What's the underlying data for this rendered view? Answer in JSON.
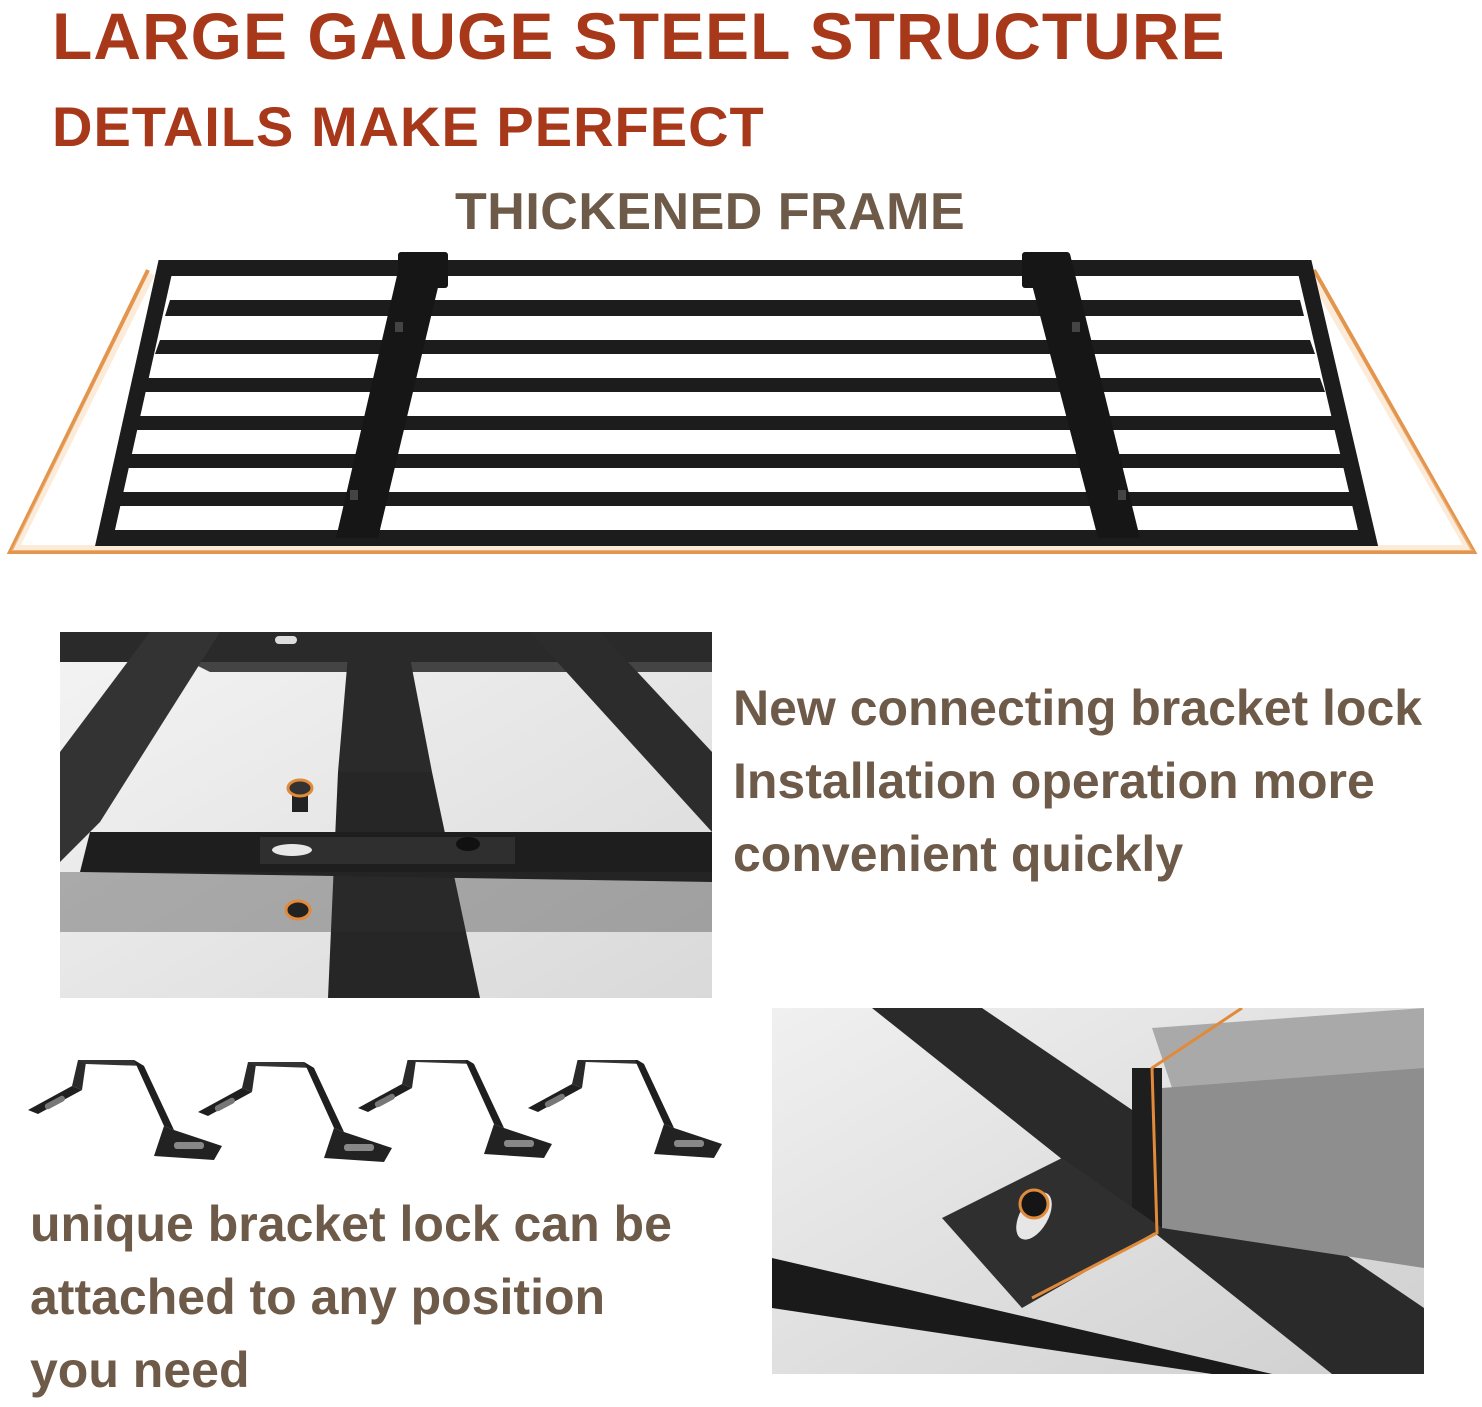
{
  "header": {
    "title": "LARGE GAUGE STEEL STRUCTURE",
    "subtitle": "DETAILS MAKE PERFECT"
  },
  "frame_section": {
    "label": "THICKENED FRAME",
    "highlight_color": "#e08a3a"
  },
  "detail_1": {
    "lines": [
      "New connecting bracket lock",
      "Installation operation more",
      "convenient quickly"
    ]
  },
  "detail_2": {
    "lines": [
      "unique bracket lock can be",
      "attached to any position",
      "you need"
    ]
  },
  "colors": {
    "headline": "#a8381a",
    "caption": "#6e5a48",
    "steel": "#1c1c1c",
    "accent_orange": "#e08a3a"
  },
  "icons": [
    "bolt-icon",
    "nut-icon",
    "bracket-lock-icon"
  ]
}
